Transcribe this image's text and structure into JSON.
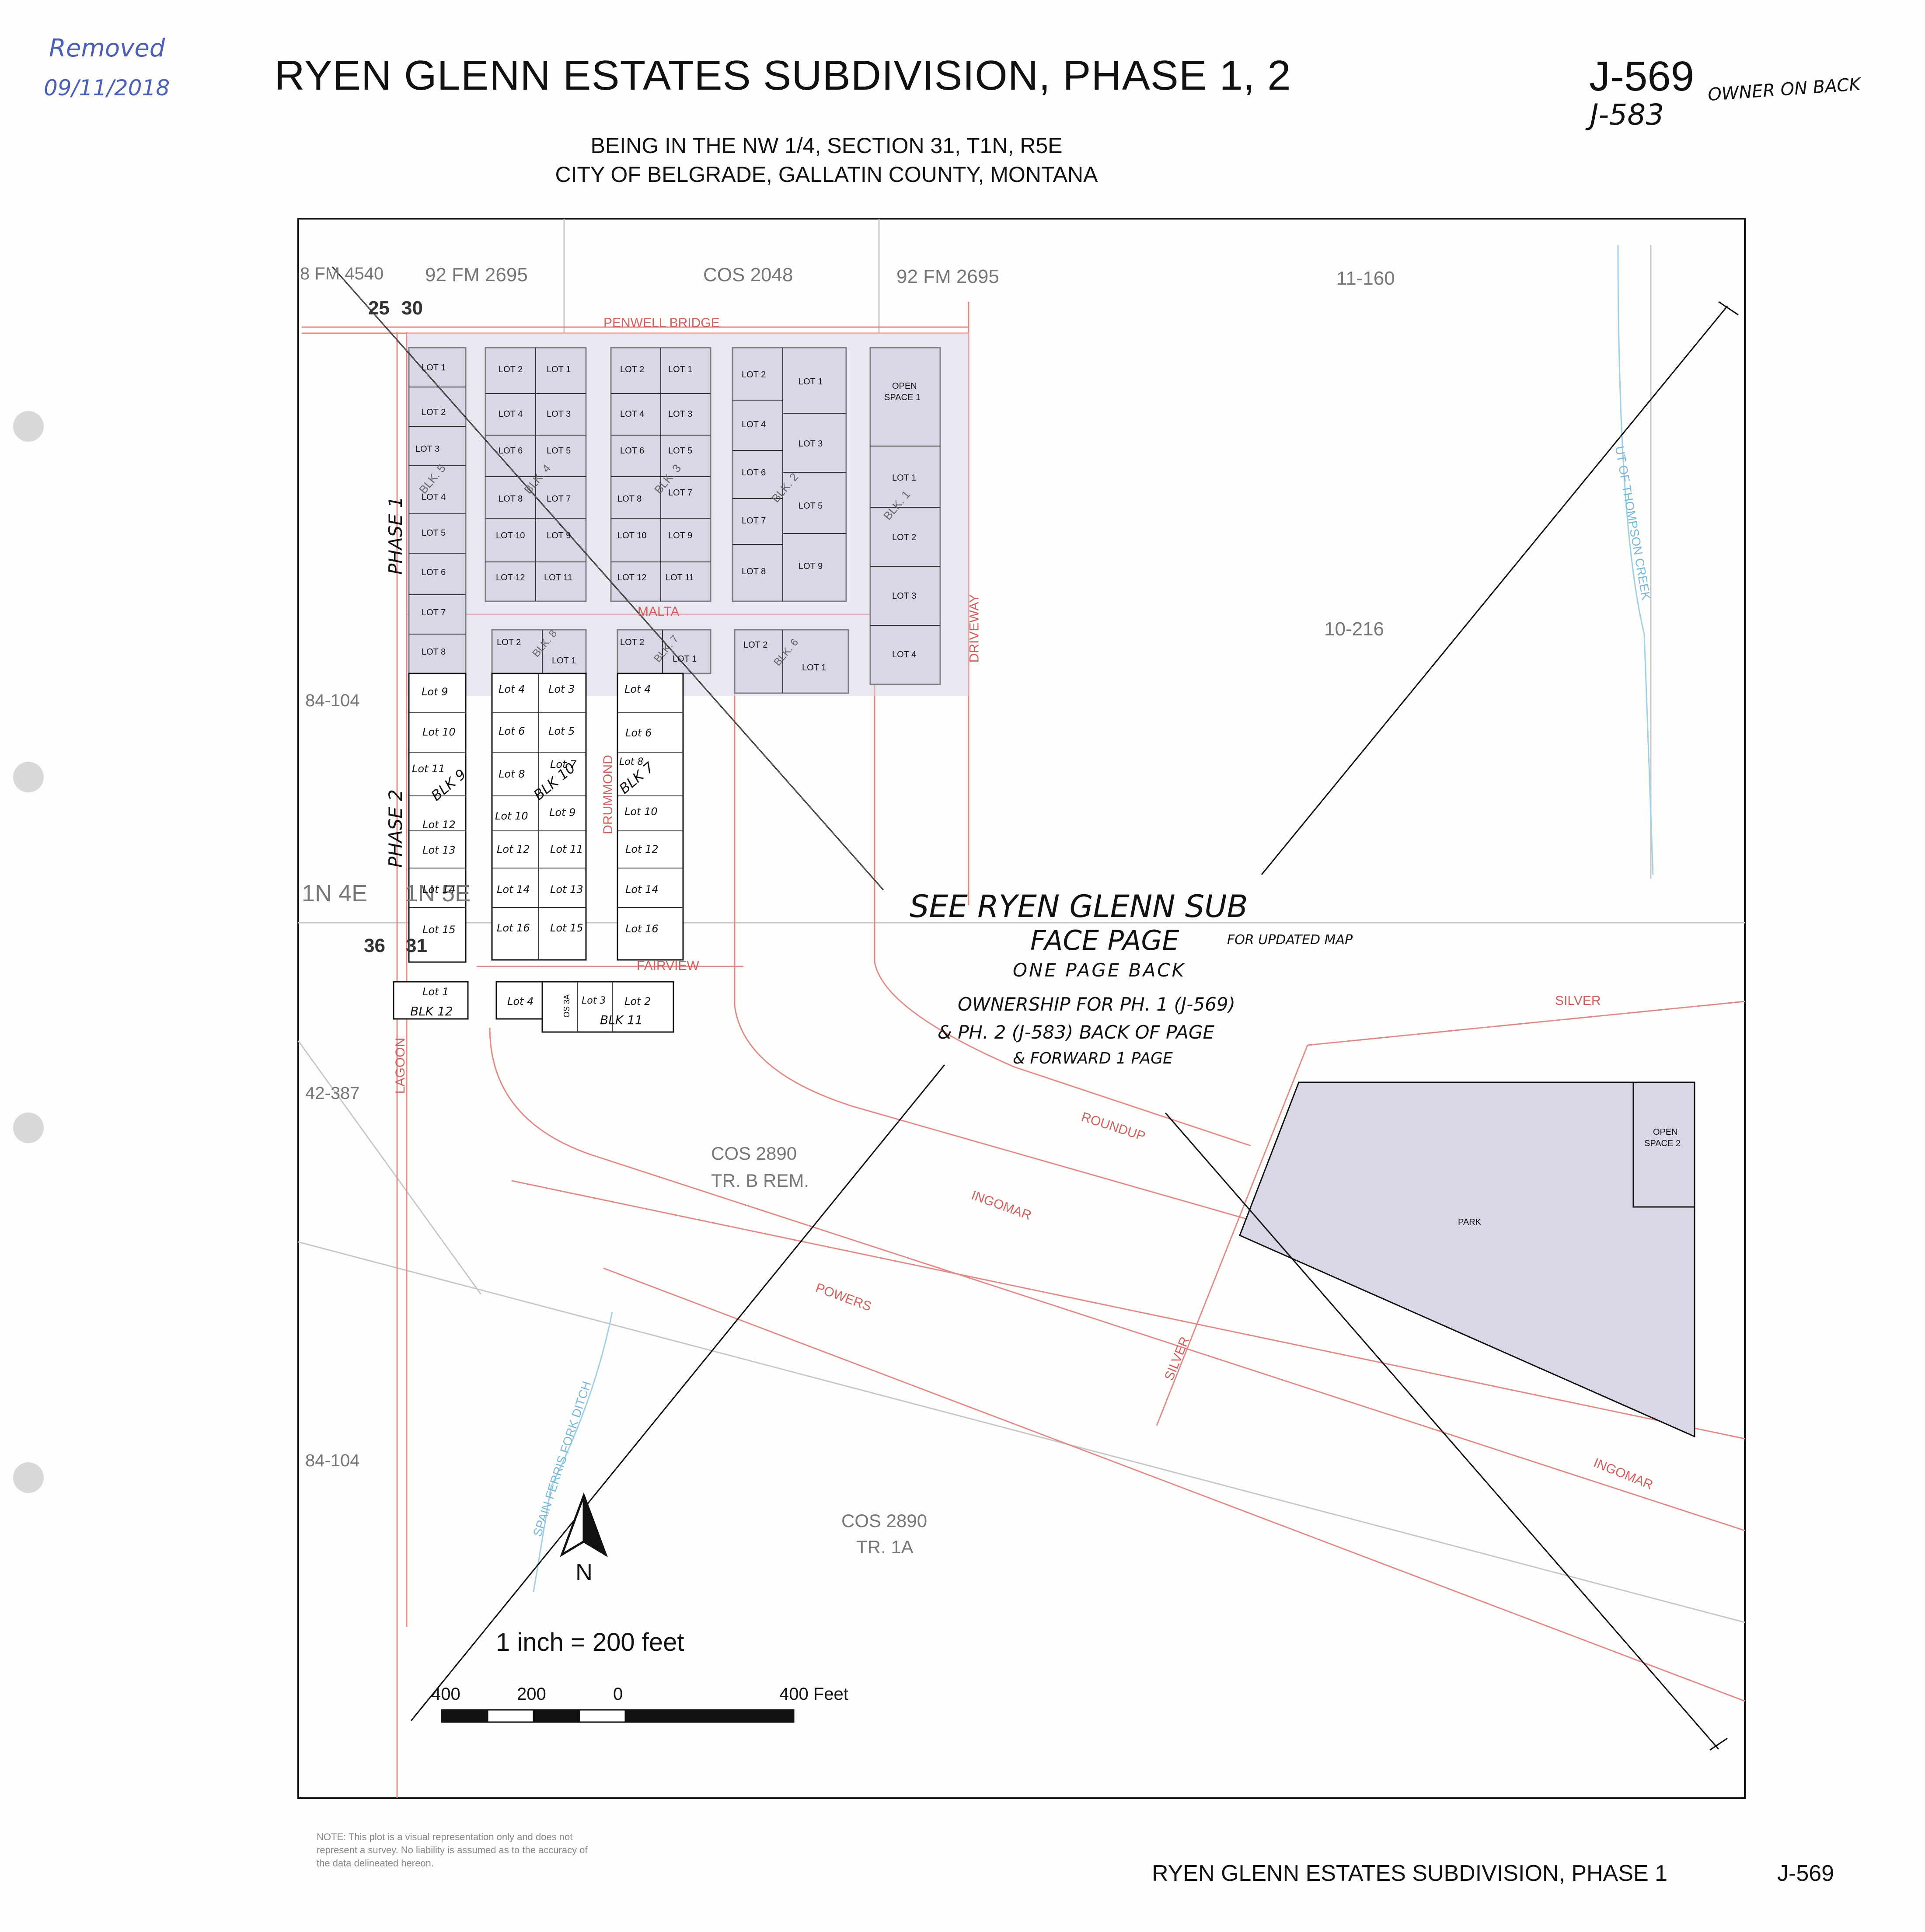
{
  "annotations": {
    "removed": "Removed",
    "removed_date": "09/11/2018",
    "owner_on_back": "OWNER ON BACK",
    "sheet_second": "J-583",
    "see_note": [
      "SEE RYEN GLENN SUB",
      "FACE PAGE",
      "FOR UPDATED MAP",
      "ONE PAGE BACK",
      "OWNERSHIP FOR PH. 1 (J-569)",
      "& PH. 2 (J-583) BACK OF PAGE",
      "& FORWARD 1 PAGE"
    ]
  },
  "header": {
    "title": "RYEN GLENN ESTATES SUBDIVISION, PHASE 1, 2",
    "sheet": "J-569",
    "line1": "BEING IN THE NW 1/4,  SECTION 31,  T1N,  R5E",
    "line2": "CITY OF BELGRADE,  GALLATIN COUNTY,  MONTANA"
  },
  "parcels": {
    "fm4540": "8 FM 4540",
    "fm2695a": "92 FM 2695",
    "cos2048": "COS 2048",
    "fm2695b": "92 FM 2695",
    "p11160": "11-160",
    "p10216": "10-216",
    "p84104a": "84-104",
    "p42387": "42-387",
    "p84104b": "84-104",
    "cos2890a": "COS 2890",
    "trbrem": "TR. B REM.",
    "cos2890b": "COS 2890",
    "tr1a": "TR. 1A"
  },
  "sections": {
    "s25": "25",
    "s30": "30",
    "s36": "36",
    "s31": "31",
    "t4e": "1N 4E",
    "t5e": "1N 5E"
  },
  "streets": {
    "penwell": "PENWELL BRIDGE",
    "malta": "MALTA",
    "driveway": "DRIVEWAY",
    "drummond": "DRUMMOND",
    "fairview": "FAIRVIEW",
    "lagoon": "LAGOON",
    "silver1": "SILVER",
    "roundup": "ROUNDUP",
    "ingomar1": "INGOMAR",
    "powers": "POWERS",
    "silver2": "SILVER",
    "ingomar2": "INGOMAR"
  },
  "waterways": {
    "thompson": "UT OF THOMPSON CREEK",
    "spain": "SPAIN FERRIS FORK DITCH"
  },
  "phases": {
    "p1": "PHASE 1",
    "p2": "PHASE 2"
  },
  "areas": {
    "open1a": "OPEN",
    "open1b": "SPACE 1",
    "open2a": "OPEN",
    "open2b": "SPACE 2",
    "park": "PARK",
    "blk12": "BLK 12",
    "blk11": "BLK 11",
    "os": "OS 3A"
  },
  "blocks": {
    "blk5": "BLK. 5",
    "blk4": "BLK. 4",
    "blk3": "BLK. 3",
    "blk2": "BLK. 2",
    "blk1": "BLK. 1",
    "blk8": "BLK. 8",
    "blk7": "BLK. 7",
    "blk6": "BLK. 6",
    "blk9": "BLK 9",
    "blk10": "BLK 10",
    "blk7b": "BLK 7"
  },
  "lots": {
    "c1": [
      "LOT 1",
      "LOT 2",
      "LOT 3",
      "LOT 4",
      "LOT 5",
      "LOT 6",
      "LOT 7",
      "LOT 8"
    ],
    "c2a": [
      "LOT 2",
      "LOT 4",
      "LOT 6",
      "LOT 8",
      "LOT 10",
      "LOT 12"
    ],
    "c2b": [
      "LOT 1",
      "LOT 3",
      "LOT 5",
      "LOT 7",
      "LOT 9",
      "LOT 11"
    ],
    "c3a": [
      "LOT 2",
      "LOT 4",
      "LOT 6",
      "LOT 8",
      "LOT 10",
      "LOT 12"
    ],
    "c3b": [
      "LOT 1",
      "LOT 3",
      "LOT 5",
      "LOT 7",
      "LOT 9",
      "LOT 11"
    ],
    "c4a": [
      "LOT 2",
      "LOT 4",
      "LOT 6",
      "LOT 7",
      "LOT 8"
    ],
    "c4b": [
      "LOT 1",
      "LOT 3",
      "LOT 5",
      "LOT 9"
    ],
    "c5": [
      "LOT 1",
      "LOT 2",
      "LOT 3",
      "LOT 4"
    ],
    "b8": [
      "LOT 2",
      "LOT 1"
    ],
    "b7": [
      "LOT 2",
      "LOT 1"
    ],
    "b6": [
      "LOT 2",
      "LOT 1"
    ],
    "h1": [
      "Lot 9",
      "Lot 10",
      "Lot 11",
      "Lot 12",
      "Lot 13",
      "Lot 14",
      "Lot 15"
    ],
    "h2a": [
      "Lot 4",
      "Lot 6",
      "Lot 8",
      "Lot 10",
      "Lot 12",
      "Lot 14",
      "Lot 16"
    ],
    "h2b": [
      "Lot 3",
      "Lot 5",
      "Lot 7",
      "Lot 9",
      "Lot 11",
      "Lot 13",
      "Lot 15"
    ],
    "h3": [
      "Lot 4",
      "Lot 6",
      "Lot 8",
      "Lot 10",
      "Lot 12",
      "Lot 14",
      "Lot 16"
    ],
    "bottom": [
      "Lot 1",
      "Lot 4",
      "Lot 3",
      "Lot 2"
    ]
  },
  "scale": {
    "label": "1 inch = 200 feet",
    "t400": "400",
    "t200": "200",
    "t0": "0",
    "t400f": "400 Feet",
    "north": "N"
  },
  "footer": {
    "note": "NOTE:  This plot is a visual representation only and does not represent a survey.  No liability is assumed as to the accuracy of the data delineated hereon.",
    "title": "RYEN GLENN ESTATES SUBDIVISION, PHASE 1",
    "sheet": "J-569"
  }
}
